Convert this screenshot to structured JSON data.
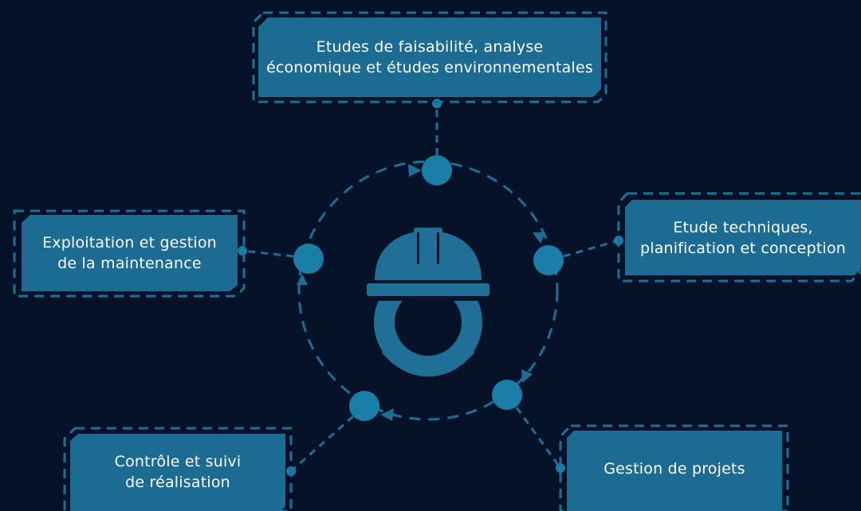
{
  "colors": {
    "background": "#061228",
    "card_fill": "#1c6b92",
    "accent": "#1a7fa8",
    "dash": "#1c6f97",
    "text": "#ffffff"
  },
  "center_icon": "hard-hat-gear-icon",
  "steps": [
    {
      "id": "feasibility",
      "lines": [
        "Etudes de faisabilité, analyse",
        "économique et études environnementales"
      ]
    },
    {
      "id": "technical",
      "lines": [
        "Etude techniques,",
        "planification et conception"
      ]
    },
    {
      "id": "projects",
      "lines": [
        "Gestion de projets"
      ]
    },
    {
      "id": "control",
      "lines": [
        "Contrôle et suivi",
        "de réalisation"
      ]
    },
    {
      "id": "operations",
      "lines": [
        "Exploitation et gestion",
        "de la maintenance"
      ]
    }
  ]
}
